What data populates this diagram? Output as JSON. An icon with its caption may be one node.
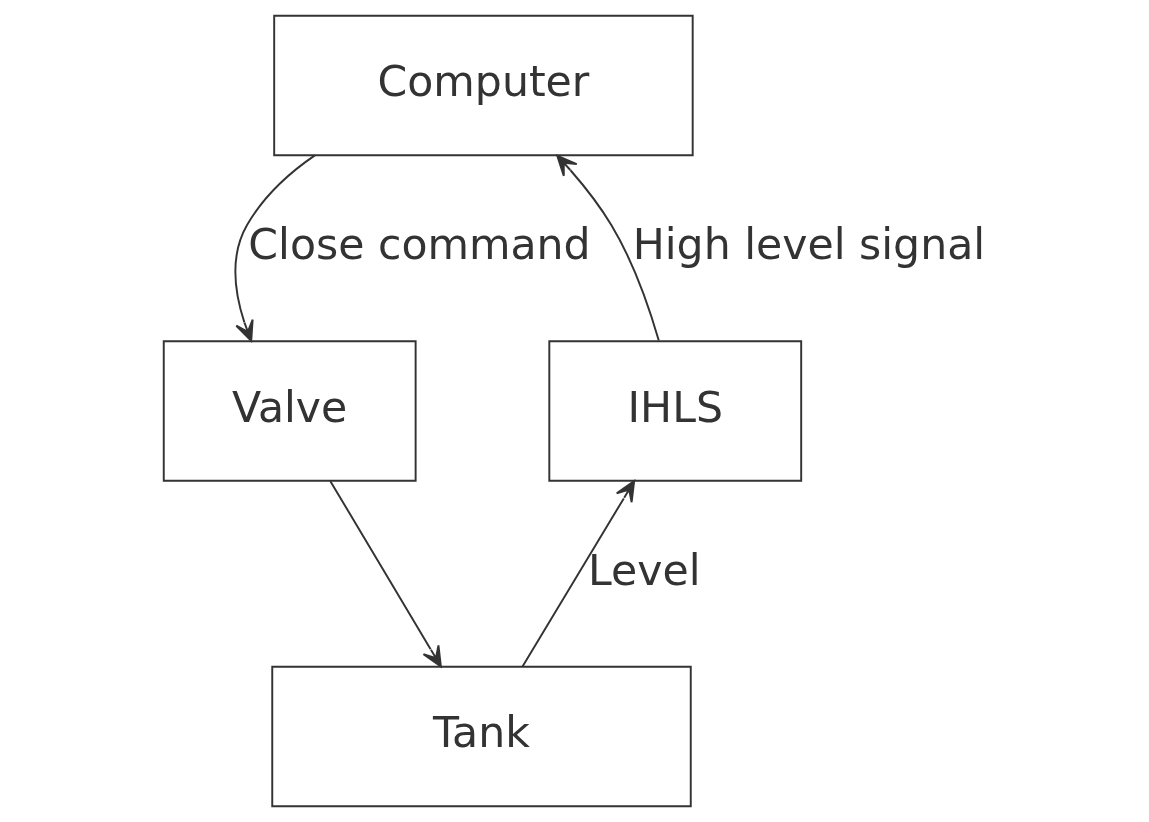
{
  "diagram": {
    "nodes": [
      {
        "text": [
          "Computer"
        ]
      },
      {
        "text": [
          "Valve"
        ]
      },
      {
        "text": [
          "IHLS"
        ]
      },
      {
        "text": [
          "Tank"
        ]
      }
    ],
    "edges": [
      {
        "from": 0,
        "to": 1,
        "arrow": "to",
        "label": "Close command"
      },
      {
        "from": 1,
        "to": 3,
        "arrow": "to"
      },
      {
        "from": 3,
        "to": 2,
        "arrow": "to",
        "label": "Level"
      },
      {
        "from": 2,
        "to": 0,
        "arrow": "to",
        "label": "High level signal"
      }
    ]
  }
}
